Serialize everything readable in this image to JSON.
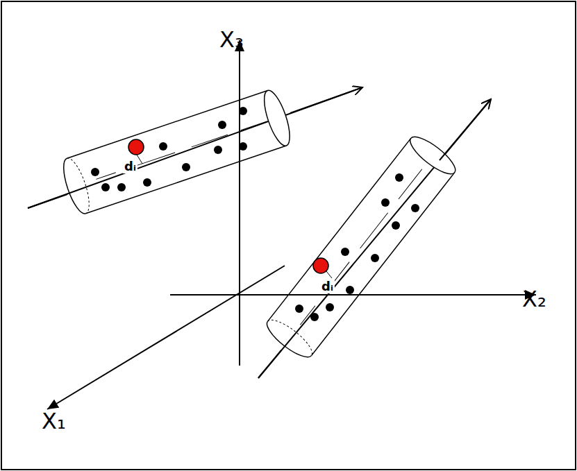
{
  "diagram": {
    "labels": [
      "X₃",
      "X₂",
      "X₁",
      "dᵢ",
      "dᵢ"
    ]
  }
}
